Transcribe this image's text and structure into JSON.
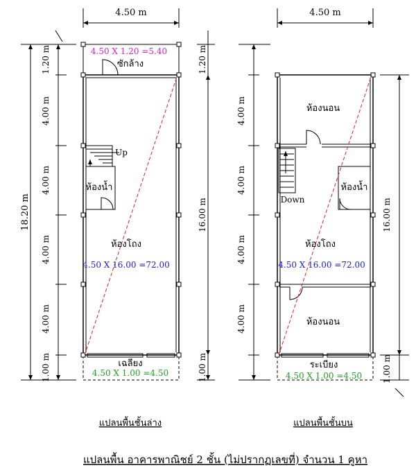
{
  "top_width_left": "4.50 m",
  "top_width_right": "4.50 m",
  "total_height_left": "18.20 m",
  "left_segments": {
    "s1": "1.20 m",
    "s2": "4.00 m",
    "s3": "4.00 m",
    "s4": "4.00 m",
    "s5": "4.00 m",
    "s6": "1.00 m"
  },
  "mid_left_height": "16.00 m",
  "mid_right_segments": {
    "s1": "1.20 m",
    "s2": "4.00 m",
    "s3": "4.00 m",
    "s4": "4.00 m",
    "s5": "4.00 m",
    "s6": "1.00 m"
  },
  "right_height": "16.00 m",
  "ground": {
    "wash_area": "4.50 X 1.20 =5.40",
    "wash_label": "ซักล้าง",
    "up": "Up",
    "bathroom": "ห้องน้ำ",
    "hall": "ห้องโถง",
    "hall_area": "4.50 X 16.00 =72.00",
    "porch": "เฉลียง",
    "porch_area": "4.50 X 1.00 =4.50",
    "caption": "แปลนพื้นชั้นล่าง"
  },
  "upper": {
    "bedroom_top": "ห้องนอน",
    "down": "Down",
    "bathroom": "ห้องน้ำ",
    "hall": "ห้องโถง",
    "hall_area": "4.50 X 16.00 =72.00",
    "bedroom_bottom": "ห้องนอน",
    "balcony": "ระเบียง",
    "balcony_area": "4.50 X 1.00 =4.50",
    "caption": "แปลนพื้นชั้นบน"
  },
  "main_caption": "แปลนพื้น อาคารพาณิชย์ 2 ชั้น (ไม่ปรากฏเลขที่) จำนวน 1 คูหา",
  "colors": {
    "magenta": "#e020c8",
    "blue": "#1a1ae0",
    "green": "#20a020",
    "red": "#e02020"
  }
}
